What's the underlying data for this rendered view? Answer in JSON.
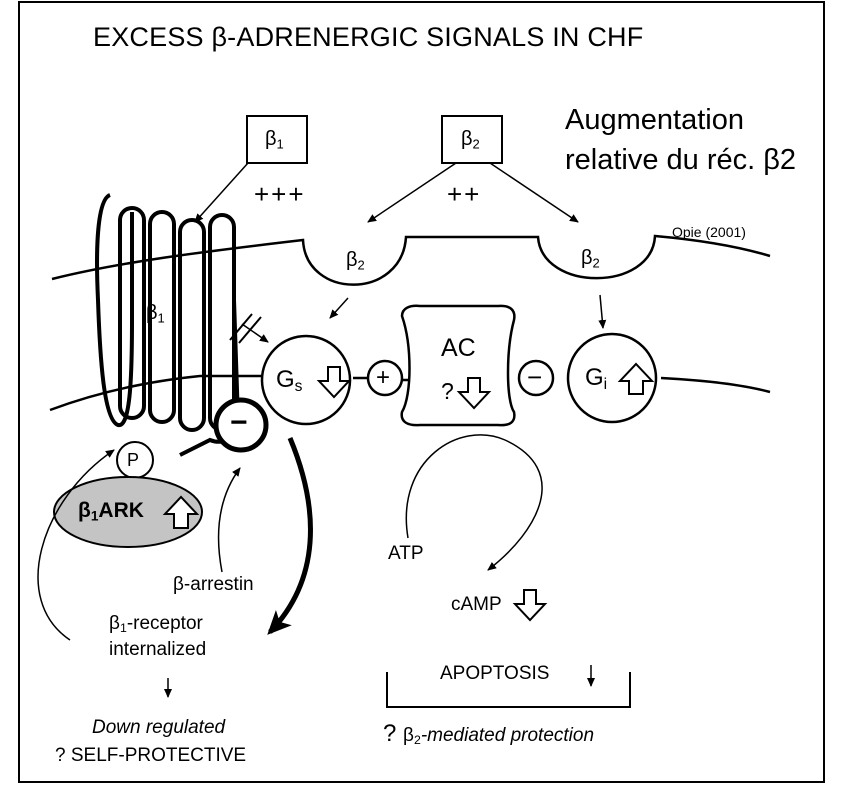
{
  "title": "EXCESS β-ADRENERGIC SIGNALS IN CHF",
  "annotation": {
    "line1": "Augmentation",
    "line2": "relative du réc. β2"
  },
  "credit": "Opie (2001)",
  "receptors": {
    "beta1_box": "β",
    "beta1_sub": "1",
    "beta2_box": "β",
    "beta2_sub": "2"
  },
  "signal_strength": {
    "beta1": "+++",
    "beta2": "++"
  },
  "membrane_labels": {
    "beta2_left": "β",
    "beta2_left_sub": "2",
    "beta2_right": "β",
    "beta2_right_sub": "2",
    "beta1_in": "β",
    "beta1_in_sub": "1"
  },
  "proteins": {
    "gs": "G",
    "gs_sub": "s",
    "gi": "G",
    "gi_sub": "i",
    "ac": "AC",
    "ac_q": "?",
    "plus_sign": "+",
    "minus_sign": "−",
    "p": "P",
    "bark": "β",
    "bark_sub": "1",
    "bark_rest": "ARK",
    "inhibit": "−"
  },
  "molecules": {
    "atp": "ATP",
    "camp": "cAMP"
  },
  "labels": {
    "arrestin": "β-arrestin",
    "internal_1a": "β",
    "internal_1sub": "1",
    "internal_1b": "-receptor",
    "internal_2": "internalized",
    "down": "Down regulated",
    "selfprot": "? SELF-PROTECTIVE",
    "apoptosis": "APOPTOSIS",
    "prot_q": "? ",
    "prot_beta": "β",
    "prot_sub": "2",
    "prot_rest": "-mediated protection"
  }
}
